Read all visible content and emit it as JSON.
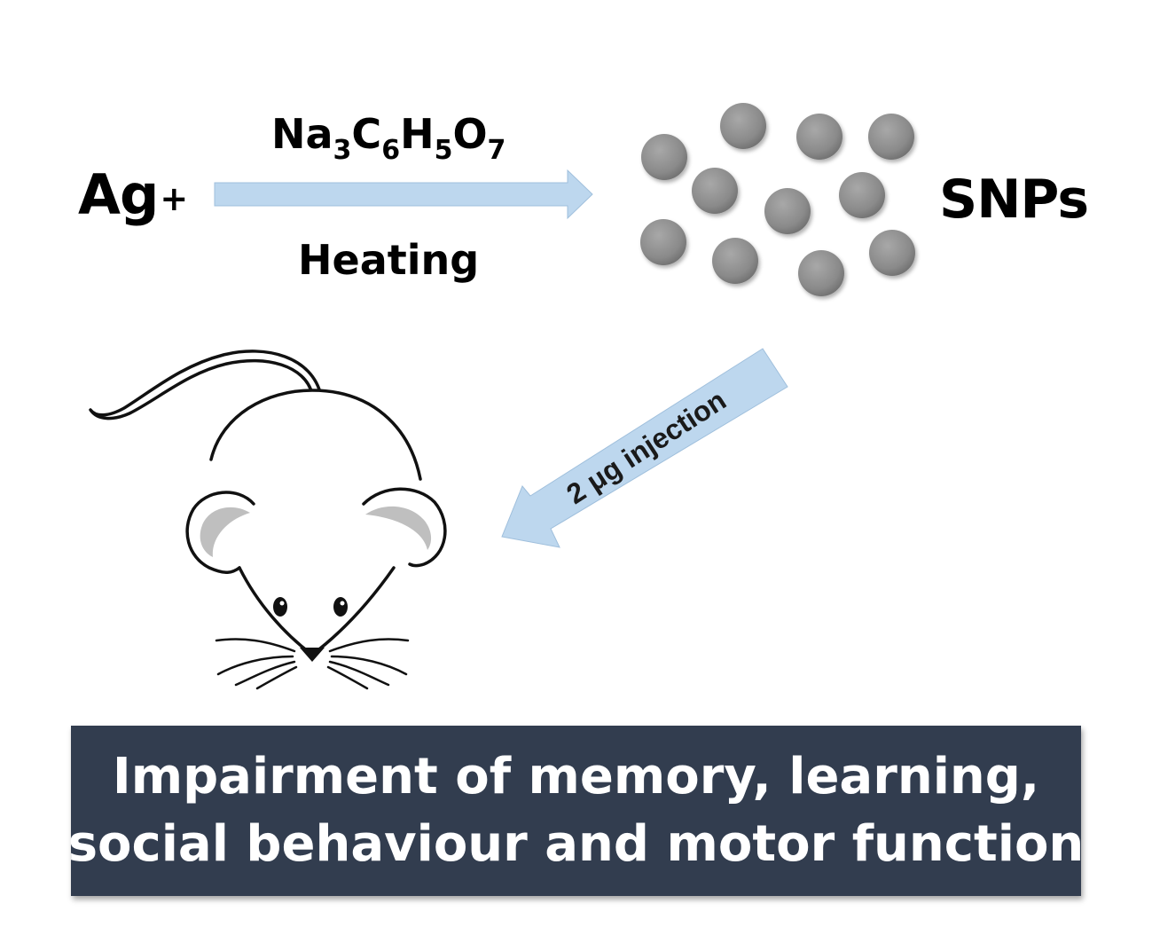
{
  "reactant": {
    "symbol": "Ag",
    "charge": "+"
  },
  "reagent": {
    "parts": [
      {
        "text": "Na",
        "sub": "3"
      },
      {
        "text": "C",
        "sub": "6"
      },
      {
        "text": "H",
        "sub": "5"
      },
      {
        "text": "O",
        "sub": "7"
      }
    ]
  },
  "condition": "Heating",
  "product": "SNPs",
  "dose_label": "2 μg injection",
  "result": {
    "line1": "Impairment of memory, learning,",
    "line2": "social behaviour and motor function"
  },
  "colors": {
    "arrow_fill": "#bdd7ee",
    "particle_fill": "#8a8a8a",
    "result_box": "#323d4f",
    "ear_inner": "#bfbfbf"
  },
  "icons": {
    "mouse": "mouse-icon",
    "nanoparticles": "nanoparticle-cluster"
  }
}
